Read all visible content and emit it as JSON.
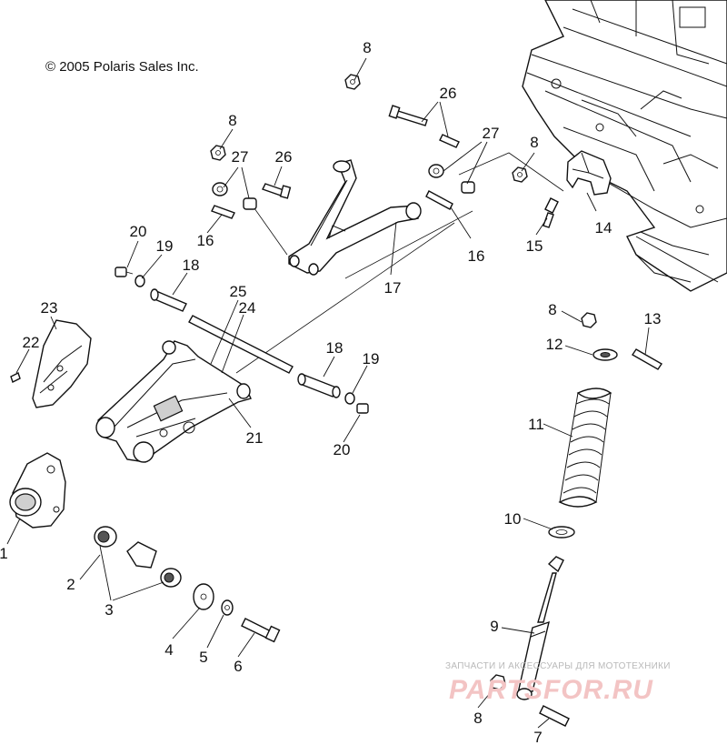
{
  "copyright": "© 2005 Polaris Sales Inc.",
  "callouts": [
    {
      "id": "c8a",
      "label": "8"
    },
    {
      "id": "c26a",
      "label": "26"
    },
    {
      "id": "c8b",
      "label": "8"
    },
    {
      "id": "c27a",
      "label": "27"
    },
    {
      "id": "c26b",
      "label": "26"
    },
    {
      "id": "c27b",
      "label": "27"
    },
    {
      "id": "c8c",
      "label": "8"
    },
    {
      "id": "c14",
      "label": "14"
    },
    {
      "id": "c15",
      "label": "15"
    },
    {
      "id": "c16a",
      "label": "16"
    },
    {
      "id": "c16b",
      "label": "16"
    },
    {
      "id": "c17",
      "label": "17"
    },
    {
      "id": "c20a",
      "label": "20"
    },
    {
      "id": "c19a",
      "label": "19"
    },
    {
      "id": "c18a",
      "label": "18"
    },
    {
      "id": "c25",
      "label": "25"
    },
    {
      "id": "c24",
      "label": "24"
    },
    {
      "id": "c23",
      "label": "23"
    },
    {
      "id": "c22",
      "label": "22"
    },
    {
      "id": "c18b",
      "label": "18"
    },
    {
      "id": "c19b",
      "label": "19"
    },
    {
      "id": "c20b",
      "label": "20"
    },
    {
      "id": "c21",
      "label": "21"
    },
    {
      "id": "c8d",
      "label": "8"
    },
    {
      "id": "c13",
      "label": "13"
    },
    {
      "id": "c12",
      "label": "12"
    },
    {
      "id": "c11",
      "label": "11"
    },
    {
      "id": "c10",
      "label": "10"
    },
    {
      "id": "c1",
      "label": "1"
    },
    {
      "id": "c2",
      "label": "2"
    },
    {
      "id": "c3",
      "label": "3"
    },
    {
      "id": "c4",
      "label": "4"
    },
    {
      "id": "c5",
      "label": "5"
    },
    {
      "id": "c6",
      "label": "6"
    },
    {
      "id": "c9",
      "label": "9"
    },
    {
      "id": "c8e",
      "label": "8"
    },
    {
      "id": "c7",
      "label": "7"
    }
  ],
  "watermark": {
    "tagline": "ЗАПЧАСТИ И АКСЕССУАРЫ ДЛЯ МОТОТЕХНИКИ",
    "site": "PARTSFOR.RU"
  }
}
